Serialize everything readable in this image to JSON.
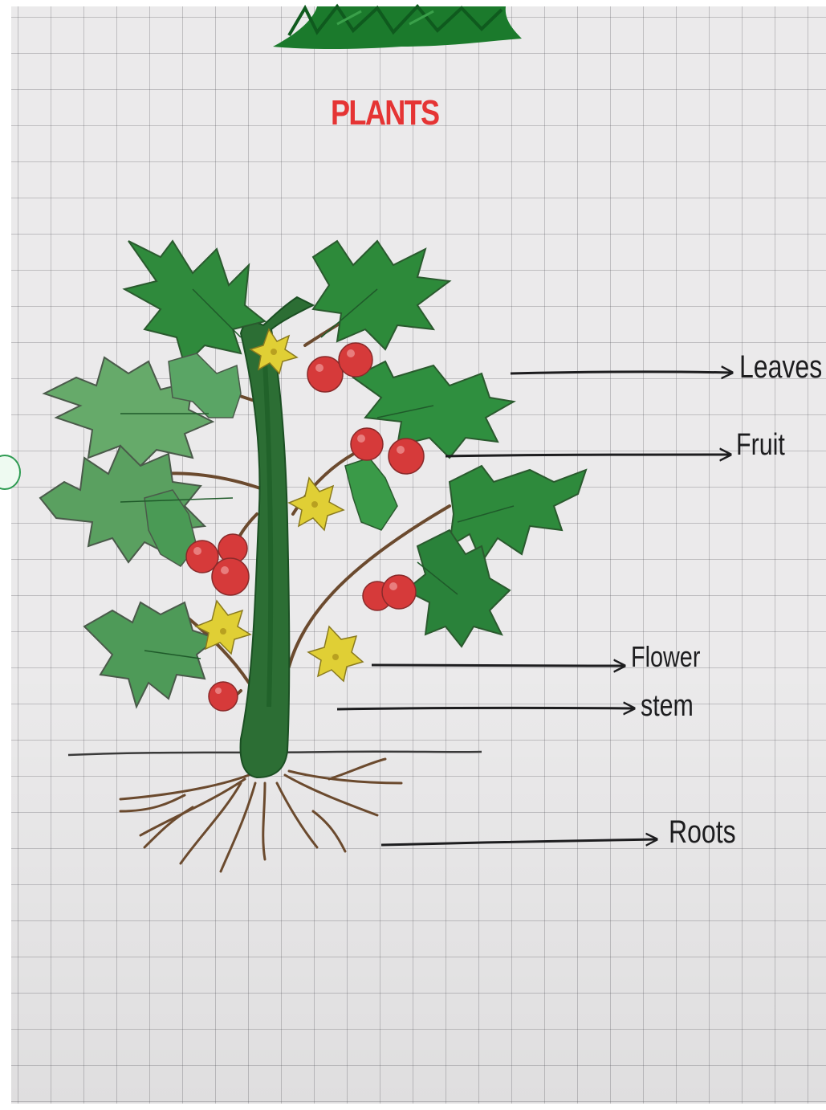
{
  "title": "PLANTS",
  "labels": {
    "leaves": "Leaves",
    "fruit": "Fruit",
    "flower": "Flower",
    "stem": "stem",
    "roots": "Roots"
  },
  "colors": {
    "title": "#e53434",
    "leaf_dark": "#1f7a34",
    "leaf_light": "#4f9e55",
    "stem": "#2c6e34",
    "fruit": "#d63a3a",
    "flower": "#e0cf35",
    "root": "#6b4a2e",
    "ink": "#1d1d1f",
    "paper": "#ebeaeb"
  },
  "icons": {
    "side_handle": "green-circle-handle"
  }
}
